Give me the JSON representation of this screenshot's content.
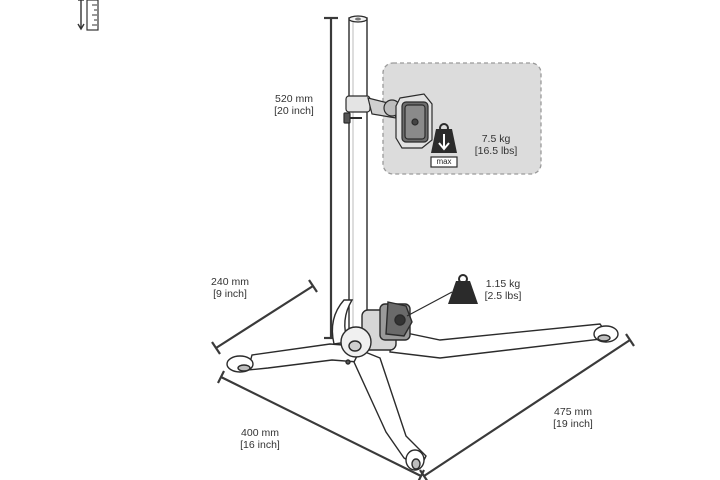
{
  "dimensions": {
    "pole_height": {
      "metric": "520 mm",
      "imperial": "[20 inch]"
    },
    "base_short": {
      "metric": "240 mm",
      "imperial": "[9 inch]"
    },
    "base_front": {
      "metric": "400 mm",
      "imperial": "[16 inch]"
    },
    "base_right": {
      "metric": "475 mm",
      "imperial": "[19 inch]"
    }
  },
  "loads": {
    "clamp_max": {
      "metric": "7.5 kg",
      "imperial": "[16.5 lbs]",
      "badge": "max",
      "icon": "weight-max-icon"
    },
    "stand_weight": {
      "metric": "1.15 kg",
      "imperial": "[2.5 lbs]",
      "icon": "weight-icon"
    }
  },
  "icons": [
    "ruler-icon",
    "weight-max-icon",
    "weight-icon"
  ],
  "colors": {
    "line": "#2b2b2b",
    "dim_line": "#3a3a3a",
    "box_fill": "#dcdcdc",
    "box_border": "#9a9a9a"
  }
}
